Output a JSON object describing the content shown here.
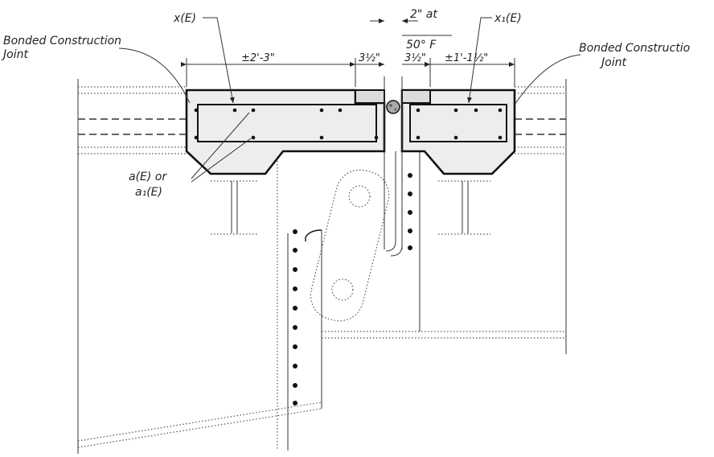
{
  "labels": {
    "bonded_joint_left_line1": "Bonded Construction",
    "bonded_joint_left_line2": "Joint",
    "bonded_joint_right_line1": "Bonded Constructio",
    "bonded_joint_right_line2": "Joint",
    "x_e": "x(E)",
    "x1_e": "x₁(E)",
    "a_e_line1": "a(E) or",
    "a_e_line2": "a₁(E)",
    "gap_line1": "2\" at",
    "gap_line2": "50° F"
  },
  "dimensions": {
    "left_slab": "±2'-3\"",
    "left_nosing": "3½\"",
    "right_nosing": "3½\"",
    "right_slab": "±1'-1½\""
  }
}
